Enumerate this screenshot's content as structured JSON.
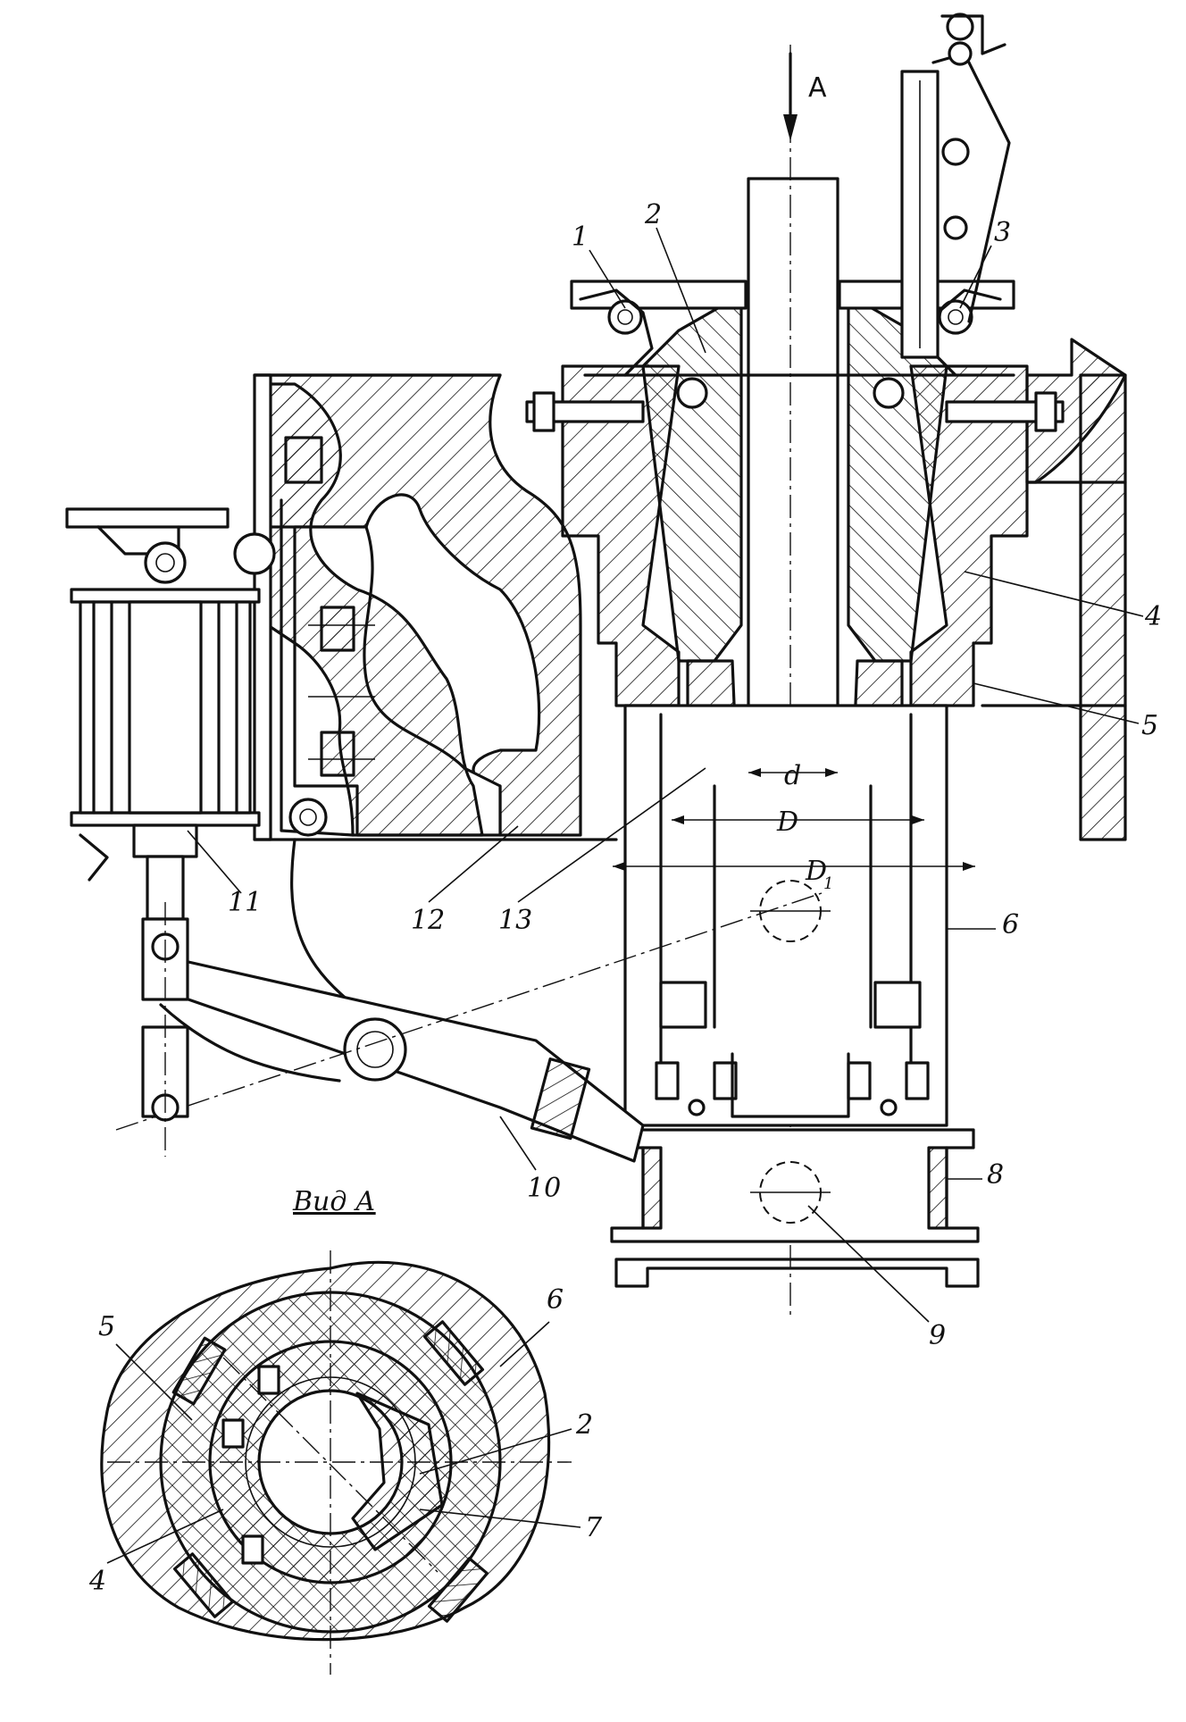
{
  "view": {
    "arrow_letter": "A",
    "view_title": "Вид А"
  },
  "dimensions": {
    "d": "d",
    "D": "D",
    "D1": "D",
    "D1_sub": "1"
  },
  "callouts": {
    "c1": "1",
    "c2": "2",
    "c3": "3",
    "c4": "4",
    "c5": "5",
    "c6": "6",
    "c8": "8",
    "c9": "9",
    "c10": "10",
    "c11": "11",
    "c12": "12",
    "c13": "13",
    "va2": "2",
    "va4": "4",
    "va5": "5",
    "va6": "6",
    "va7": "7"
  }
}
